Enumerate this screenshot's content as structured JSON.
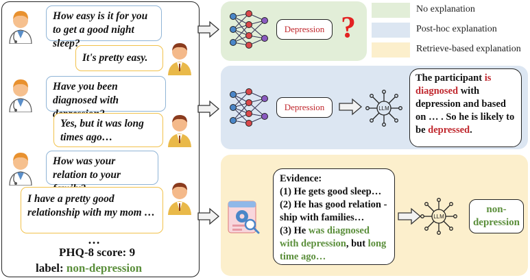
{
  "dialogue": {
    "q1": "How easy is it for you to get a good night sleep?",
    "a1": "It's pretty easy.",
    "q2": "Have you been diagnosed with depression?",
    "a2": "Yes, but it was long times ago…",
    "q3": "How was your relation to your family?",
    "a3": "I have a pretty good relationship with my mom …",
    "ellipsis": "…",
    "score_text": "PHQ-8 score: 9",
    "label_prefix": "label:",
    "label_value": "non-depression"
  },
  "legend": {
    "items": [
      {
        "label": "No explanation",
        "color": "#e2eed8"
      },
      {
        "label": "Post-hoc explanation",
        "color": "#dce6f2"
      },
      {
        "label": "Retrieve-based explanation",
        "color": "#fcefcc"
      }
    ]
  },
  "panel1": {
    "output": "Depression",
    "mark": "?"
  },
  "panel2": {
    "output": "Depression",
    "llm_label": "LLM",
    "expl_1": "The participant",
    "expl_2": "is diagnosed",
    "expl_3": "with depression and based on … . So he is likely to be",
    "expl_4": "depressed",
    "expl_5": "."
  },
  "panel3": {
    "evidence_title": "Evidence:",
    "ev1": "(1) He gets good sleep…",
    "ev2": "(2) He has good relation -ship with families…",
    "ev3a": "(3) He",
    "ev3b": "was diagnosed with depression",
    "ev3c": ", but",
    "ev3d": "long time ago…",
    "llm_label": "LLM",
    "output": "non-depression"
  },
  "colors": {
    "red": "#c0272d",
    "green": "#5a8e3a",
    "doctor_border": "#8fb4d6",
    "patient_border": "#f1c14a"
  }
}
